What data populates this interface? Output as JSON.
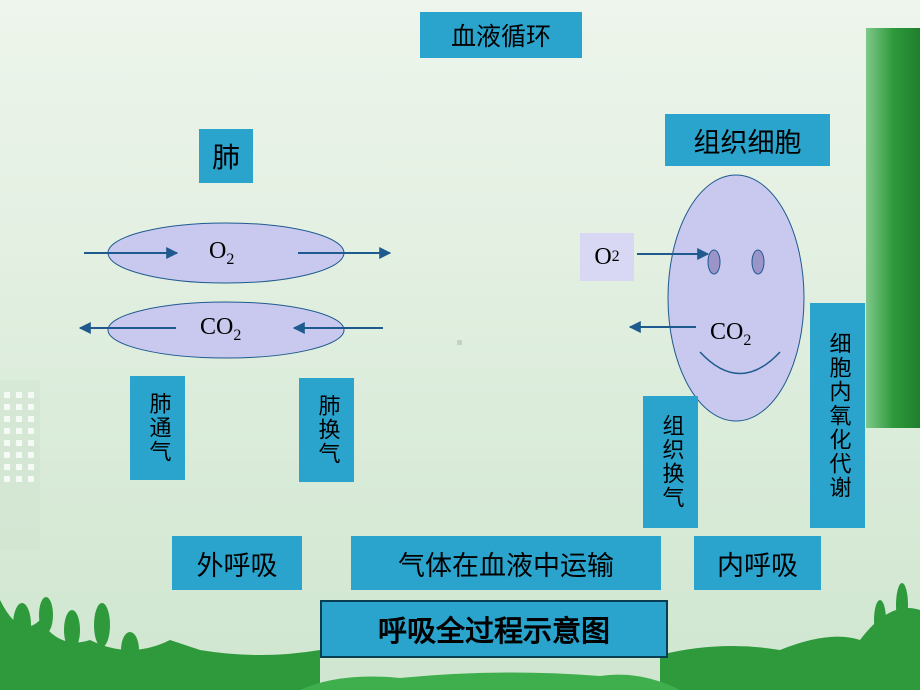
{
  "slide": {
    "blood_circulation": "血液循环",
    "lung": "肺",
    "tissue_cells": "组织细胞",
    "o2_base": "O",
    "o2_sub": "2",
    "co2_base": "CO",
    "co2_sub": "2",
    "lung_ventilation": "肺通气",
    "lung_exchange": "肺换气",
    "tissue_exchange": "组织换气",
    "cell_metabolism": "细胞内氧化代谢",
    "external_respiration": "外呼吸",
    "gas_transport": "气体在血液中运输",
    "internal_respiration": "内呼吸",
    "title": "呼吸全过程示意图"
  },
  "colors": {
    "box_fill": "#2aa4cc",
    "oval_fill": "#c9c9f0",
    "arrow": "#1f5a8e",
    "accent_green": "#2e9a3c"
  }
}
